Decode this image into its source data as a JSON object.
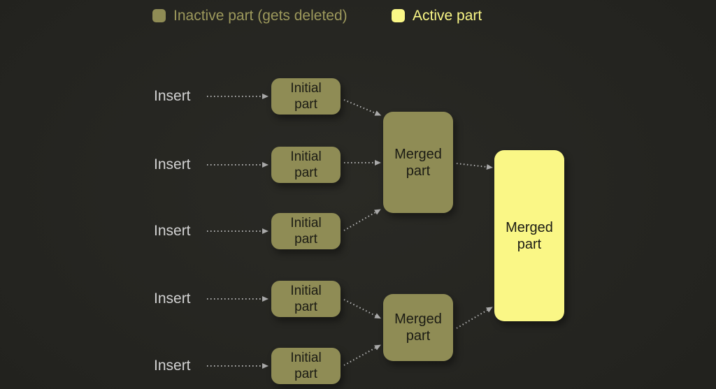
{
  "colors": {
    "background": "#242420",
    "inactive_fill": "#8f8c55",
    "active_fill": "#faf786",
    "node_text": "#1b1b14",
    "insert_text": "#d2d2d2",
    "arrow": "#b5b5b5",
    "legend_inactive_text": "#9d995c",
    "legend_active_text": "#faf786"
  },
  "legend": {
    "inactive_label": "Inactive part (gets deleted)",
    "active_label": "Active part"
  },
  "diagram": {
    "insert_label": "Insert",
    "initial_label": "Initial part",
    "merged_label": "Merged part"
  }
}
